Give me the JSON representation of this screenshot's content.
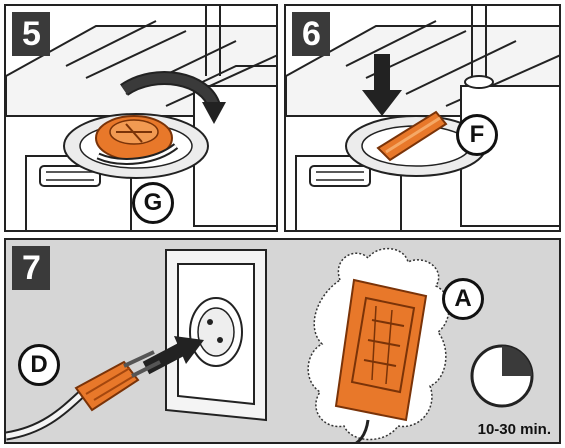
{
  "steps": [
    {
      "number": "5",
      "callout": "G"
    },
    {
      "number": "6",
      "callout": "F"
    },
    {
      "number": "7",
      "callouts": [
        "D",
        "A"
      ],
      "duration": "10-30 min."
    }
  ],
  "colors": {
    "accent": "#e8782a",
    "accent_dark": "#a4470e",
    "panel_gray": "#d6d6d6",
    "line": "#222222"
  }
}
